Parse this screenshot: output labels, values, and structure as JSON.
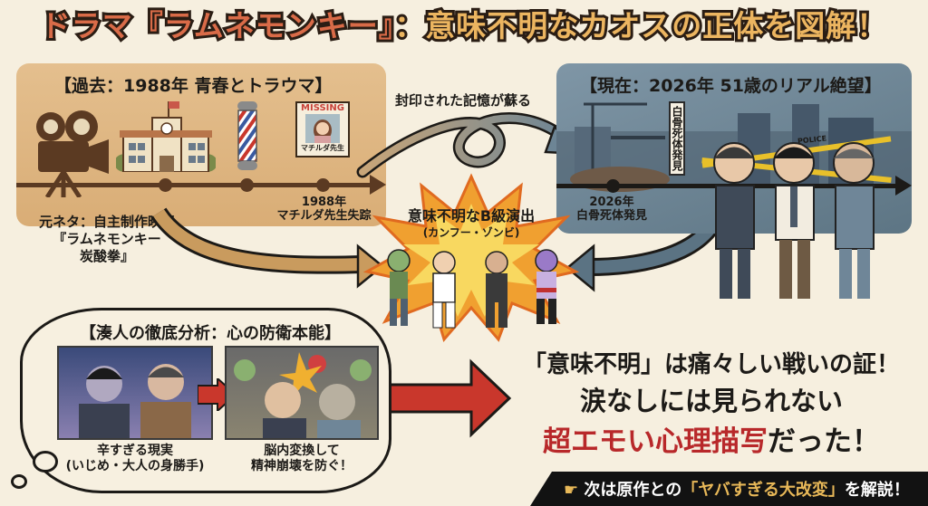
{
  "title": {
    "part1": "ドラマ『ラムネモンキー』",
    "part2": "：意味不明なカオスの正体を図解！"
  },
  "past": {
    "heading": "【過去：1988年 青春とトラウマ】",
    "icons": [
      "movie-camera",
      "school-building",
      "barber-pole",
      "missing-poster"
    ],
    "missing_label": "MISSING",
    "missing_name": "マチルダ先生",
    "event_year": "1988年",
    "event_text": "マチルダ先生失踪",
    "source_line1": "元ネタ：自主制作映画",
    "source_line2": "『ラムネモンキー",
    "source_line3": "炭酸拳』"
  },
  "transition": {
    "label": "封印された記憶が蘇る"
  },
  "present": {
    "heading": "【現在：2026年 51歳のリアル絶望】",
    "sign": "白骨死体発見",
    "event_year": "2026年",
    "event_text": "白骨死体発見",
    "tape_text": "POLICE"
  },
  "center": {
    "title": "意味不明なB級演出",
    "subtitle": "(カンフー・ゾンビ)"
  },
  "analysis": {
    "heading": "【湊人の徹底分析：心の防衛本能】",
    "left_caption1": "辛すぎる現実",
    "left_caption2": "(いじめ・大人の身勝手)",
    "right_caption1": "脳内変換して",
    "right_caption2": "精神崩壊を防ぐ！"
  },
  "conclusion": {
    "line1": "「意味不明」は痛々しい戦いの証！",
    "line2": "涙なしには見られない",
    "line3_red": "超エモい心理描写",
    "line3_rest": "だった！"
  },
  "banner": {
    "prefix": "次は原作との",
    "highlight": "「ヤバすぎる大改変」",
    "suffix": "を解説！"
  },
  "colors": {
    "title_red": "#d96b48",
    "title_gold": "#ecb560",
    "accent_red": "#b8282a",
    "banner_gold": "#e8b858",
    "past_panel": "#ddb27c",
    "present_panel": "#6d8595"
  }
}
